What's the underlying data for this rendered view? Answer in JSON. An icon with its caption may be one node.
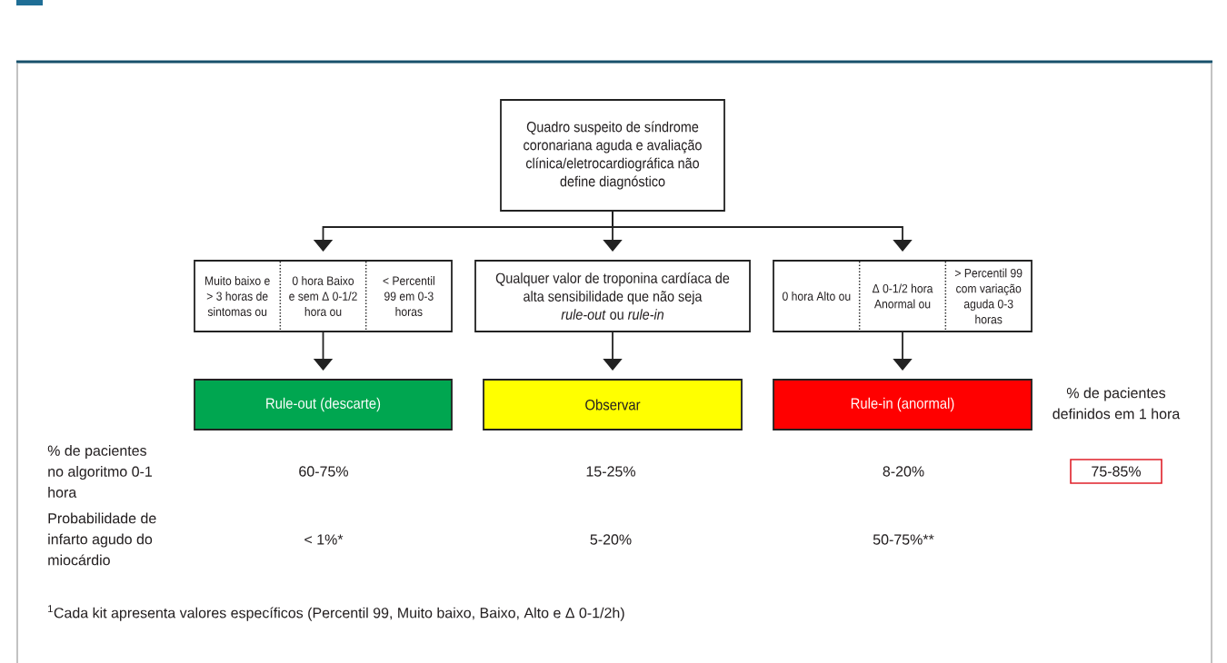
{
  "diagram": {
    "nodes": [
      {
        "text": [
          "Quadro suspeito de síndrome coronariana aguda e avaliação clínica/eletrocardiográfica não define diagnóstico"
        ]
      },
      {
        "text": [
          "Muito baixo e > 3 horas de sintomas ou",
          "0 hora Baixo e sem Δ 0-1/2 hora ou",
          "< Percentil 99 em 0-3 horas"
        ]
      },
      {
        "text": [
          "Qualquer valor de troponina cardíaca de alta sensibilidade que não seja *rule-out* ou *rule-in*"
        ]
      },
      {
        "text": [
          "0 hora Alto ou",
          "Δ 0-1/2 hora Anormal ou",
          "> Percentil 99 com variação aguda 0-3 horas"
        ]
      },
      {
        "text": [
          "Rule-out (descarte)"
        ]
      },
      {
        "text": [
          "Observar"
        ]
      },
      {
        "text": [
          "Rule-in (anormal)"
        ]
      },
      {
        "text": [
          "75-85%"
        ]
      }
    ],
    "edges": [
      {
        "from": 0,
        "to": 1,
        "arrow": "to"
      },
      {
        "from": 0,
        "to": 2,
        "arrow": "to"
      },
      {
        "from": 0,
        "to": 3,
        "arrow": "to"
      },
      {
        "from": 1,
        "to": 4,
        "arrow": "to"
      },
      {
        "from": 2,
        "to": 5,
        "arrow": "to"
      },
      {
        "from": 3,
        "to": 6,
        "arrow": "to"
      }
    ],
    "labels": [
      "% de pacientes definidos em 1 hora",
      "% de pacientes no algoritmo 0-1 hora",
      "60-75%",
      "15-25%",
      "8-20%",
      "Probabilidade de infarto agudo do miocárdio",
      "< 1%*",
      "5-20%",
      "50-75%**",
      "$^{1}$Cada kit apresenta valores específicos (Percentil 99, Muito baixo, Baixo, Alto e Δ 0-1/2h)"
    ]
  }
}
